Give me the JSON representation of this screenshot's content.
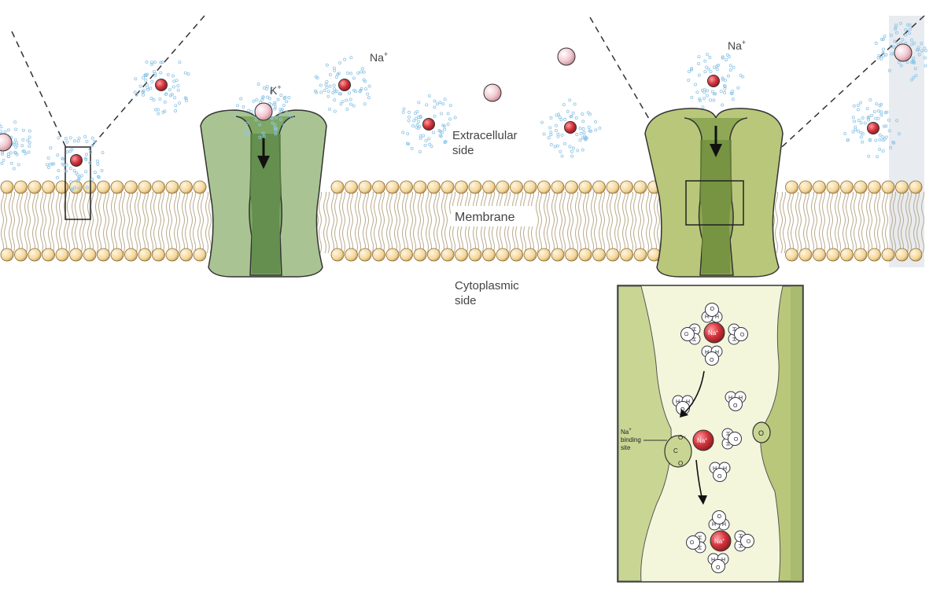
{
  "labels": {
    "k_ion": "K",
    "k_ion_sup": "+",
    "na_ion": "Na",
    "na_ion_sup": "+",
    "na_ion_right": "Na",
    "na_ion_right_sup": "+",
    "extracellular_line1": "Extracellular",
    "extracellular_line2": "side",
    "membrane": "Membrane",
    "cytoplasmic_line1": "Cytoplasmic",
    "cytoplasmic_line2": "side"
  },
  "inset": {
    "na_label": "Na",
    "na_sup": "+",
    "binding_line1": "Na",
    "binding_line1_sup": "+",
    "binding_line2": "binding",
    "binding_line3": "site",
    "water_h": "H",
    "water_o": "O",
    "carboxyl_c": "C",
    "carboxyl_o": "O",
    "carboxyl_o_minus": "O⁻"
  },
  "colors": {
    "k_channel": "#a9c492",
    "na_channel": "#b9c77a",
    "channel_pore": "#5f8a4a",
    "na_ion": "#d3343c",
    "k_ion": "#f2c9d1",
    "water_halo": "#8fc6e8",
    "lipid_head": "#f3d69a",
    "inset_fill": "#c9d693",
    "inset_bg": "#f4f6dc"
  }
}
